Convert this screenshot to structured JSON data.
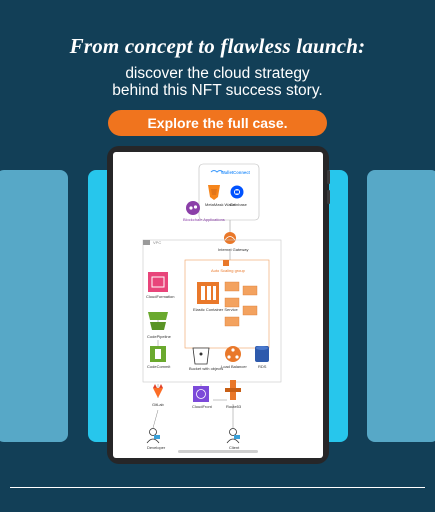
{
  "headline": "From concept to flawless launch:",
  "subline_1": "discover the cloud strategy",
  "subline_2": "behind this NFT success story.",
  "cta_label": "Explore the full case.",
  "colors": {
    "background": "#123f57",
    "cta": "#f0741e",
    "card_light": "#57a8c7",
    "card_bright": "#27c6ec",
    "aws_orange": "#e9782a",
    "aws_pink": "#e8457a",
    "aws_green": "#6aa92e",
    "aws_blue": "#2e5aac",
    "aws_purple": "#7c4ad9"
  },
  "diagram": {
    "wallet_title": "WalletConnect",
    "metamask_label": "MetaMask Wallet",
    "coinbase_label": "Coinbase",
    "blockchain_label": "Blockchain Applications",
    "internet_gateway": "Internet Gateway",
    "vpc_label": "VPC",
    "autoscaling": "Auto Scaling group",
    "cloudformation": "CloudFormation",
    "codepipeline": "CodePipeline",
    "ecs": "Elastic Container Service",
    "codecommit": "CodeCommit",
    "s3": "Bucket with objects",
    "load_balancer": "Load Balancer",
    "rds": "RDS",
    "gitlab": "GitLab",
    "cloudfront": "CloudFront",
    "route53": "Route53",
    "developer": "Developer",
    "client": "Client"
  }
}
